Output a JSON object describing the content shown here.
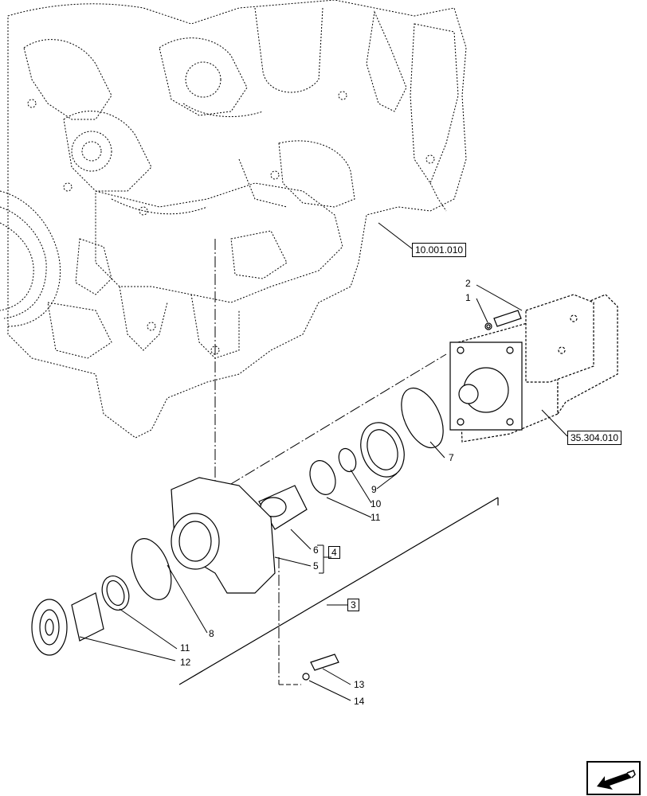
{
  "refs": {
    "engine": "10.001.010",
    "hydraulic_pump": "35.304.010"
  },
  "callouts": {
    "c1": "1",
    "c2": "2",
    "c3": "3",
    "c4": "4",
    "c5": "5",
    "c6": "6",
    "c7": "7",
    "c8": "8",
    "c9": "9",
    "c10": "10",
    "c11a": "11",
    "c11b": "11",
    "c12": "12",
    "c13": "13",
    "c14": "14"
  },
  "nav_icon": "previous-page-arrow-icon"
}
